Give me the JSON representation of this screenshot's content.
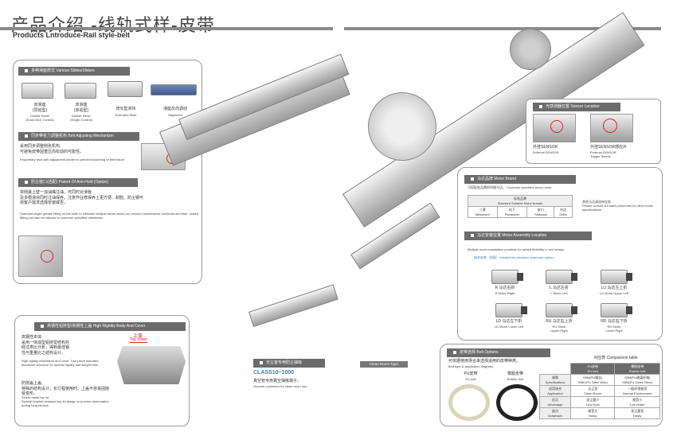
{
  "header": {
    "title_cn": "产品介绍 -线轨式样-皮带",
    "title_en": "Products Lntroduce-Rail style-belt"
  },
  "slider_section": {
    "head": "多种滑座样式 Various Slides/Sliders",
    "items": [
      {
        "cn": "双滑座\n(同动型)",
        "en": "Double Slider\n(Dual Drive Control)"
      },
      {
        "cn": "双滑座\n(单动型)",
        "en": "Double Slider\n(Single Control)"
      },
      {
        "cn": "增长型滑块",
        "en": "Extended Slide"
      },
      {
        "cn": "滑座反向调动",
        "en": "Alignment"
      }
    ]
  },
  "belt_adjust": {
    "head": "同步带张力调整机构 Belt Adjusting Mechanism",
    "cn": "采用同步调整侧张机构,\n可避免皮带因重压而松动的可能性。",
    "en": "Proprietary dust with adjustment kindler to prevent loosening of belt fixture."
  },
  "dust_proof": {
    "head": "防尘窗口(选配) Patent Of Anti-Hold (Option)",
    "cn": "单侧最上壁一加油嘴注油，可同时对滑板\n及多根滑块同时注油保养。注意作业修保养上更方便、耐腔。防尘钢可\n依客户需求选择安装或否。",
    "en": "Patented single grease fitting on the slide to lubricate multiple areas which can reduce maintenance overhead and time. closed fitting can also be tailored to customer specified orientation."
  },
  "profile_section": {
    "head": "高钢性铝挤型/高钢性上盖 High Rigidity Body And Cover",
    "cn1": "高钢性本体:\n采用一体成型铝挤型结构并\n经过类比分析，得到最佳钢\n性与重量比之结构设计。",
    "en1": "High rigidity mainframe and cover. One piece extruded aluminum structure for optimal rigidity and weight ratio.",
    "cn2": "防侧盖上盖:\n特殊的结构设计，长行程使用时，上盖不容易因挠受变形。",
    "en2": "Sinker metal top lid\nSpecial bracket-resistant top lid design to prevent deformation during long strokes.",
    "label_cn": "上盖",
    "label_en": "Top cover"
  },
  "vacuum_section": {
    "head": "无尘室专用防尘抽吸",
    "class": "CLASS10~1000",
    "cn": "真空管专用真空抽吸端子。",
    "en": "Vacuum connector for clean room use."
  },
  "cleanroom_tag": "Clean Room Type",
  "sensor_section": {
    "head": "光感测器位置 Sensor Location",
    "items": [
      {
        "cn": "外挂SENSOR",
        "en": "External SENSOR"
      },
      {
        "cn": "外挂SENSOR感应片",
        "en": "External SENSOR\nTrigger Sleeve"
      }
    ]
  },
  "motor_brand": {
    "head": "马达品牌 Motor Brand",
    "desc": "可搭配各品牌的伺服马达。 Customer specified servo motor.",
    "table_head_cn": "标准品牌",
    "table_head_en": "Standard Suitable Motor brands",
    "brands": [
      {
        "cn": "三菱",
        "en": "Mitsubishi"
      },
      {
        "cn": "松下",
        "en": "Panasonic"
      },
      {
        "cn": "安川",
        "en": "Yaskawa"
      },
      {
        "cn": "台达",
        "en": "Delta"
      }
    ],
    "note": "其他马达请咨询业务\nPlease consult our sales personnel for other motor specifications."
  },
  "motor_assembly": {
    "head": "马达安装位置 Motor Assembly Location",
    "desc": "Multiple motor installation positions for added flexibility in tool design.",
    "sub": "成本安装（选配）Installed by elevation (standard option)",
    "items": [
      {
        "cn": "R 马达右折",
        "en": "R Motor Right"
      },
      {
        "cn": "L 马达左折",
        "en": "L Motor Left"
      },
      {
        "cn": "LU 马达左上折",
        "en": "LU Motor Upper Left"
      },
      {
        "cn": "LD 马达左下折",
        "en": "LD Motor Lower Left"
      },
      {
        "cn": "RU 马达右上折",
        "en": "RU Motor\nUpper Right"
      },
      {
        "cn": "RD 马达右下折",
        "en": "RD Motor\nLower Right"
      }
    ]
  },
  "belt_options": {
    "head": "皮带选择 Belt Options",
    "desc_cn": "可依据使用场合来选择适用的皮带种类。",
    "desc_en": "Belt type & application diagram)",
    "belts": [
      {
        "cn": "PU皮带",
        "en": "PU belt"
      },
      {
        "cn": "橡胶皮带",
        "en": "Rubber belt"
      }
    ],
    "table_title": "对应表 Comparison table",
    "table": {
      "headers": [
        {
          "cn": "",
          "en": ""
        },
        {
          "cn": "PU皮带",
          "en": "PU belt"
        },
        {
          "cn": "橡胶皮带",
          "en": "Rubber belt"
        }
      ],
      "rows": [
        {
          "cn": "规格",
          "en": "Specifications",
          "c1": "S5M(PU钢丝)\nS5M (PU Steel Wire)",
          "c2": "S5M(PU玻璃纤维)\nS5M(PU Glass Fiber)"
        },
        {
          "cn": "适用场合",
          "en": "Application",
          "c1": "无尘室\nClean Room",
          "c2": "一般环境使用\nNormal Environment"
        },
        {
          "cn": "优点",
          "en": "Advantage",
          "c1": "发尘量少\nLow Dust",
          "c2": "噪音小\nLow Noise"
        },
        {
          "cn": "缺点",
          "en": "Drawback",
          "c1": "噪音大\nNoisy",
          "c2": "发尘量多\nDusty"
        }
      ]
    }
  }
}
